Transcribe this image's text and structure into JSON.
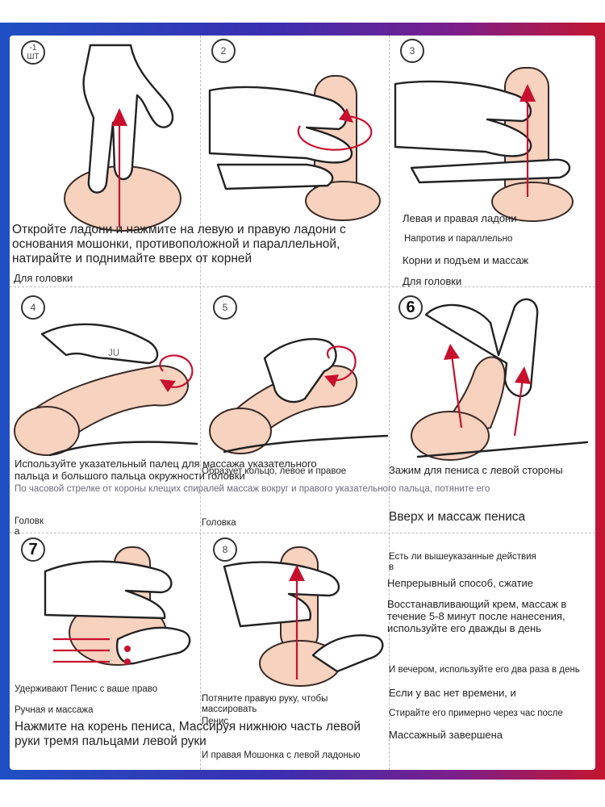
{
  "colors": {
    "accent_red": "#c8102e",
    "skin": "#f6d2bf",
    "frame_left": "#1f4fc4",
    "frame_right": "#c4162f"
  },
  "steps": [
    {
      "num": "-1\nШТ"
    },
    {
      "num": "2"
    },
    {
      "num": "3"
    },
    {
      "num": "4"
    },
    {
      "num": "5"
    },
    {
      "num": "6"
    },
    {
      "num": "7"
    },
    {
      "num": "8"
    }
  ],
  "step1": {
    "text": "Откройте ладони и нажмите на левую и правую ладони с основания мошонки, противоположной и параллельной, натирайте и поднимайте вверх от корней",
    "sub": "Для головки"
  },
  "step3": {
    "line1": "Левая и правая ладони",
    "line2": "Напротив и параллельно",
    "line3": "Корни и подъем и массаж",
    "line4": "Для головки"
  },
  "step4": {
    "mark": "JU",
    "text": "Используйте указательный палец для массажа указательного пальца и большого пальца окружности головки",
    "label": "Головк\nа"
  },
  "step5": {
    "text": "Образует кольцо, левое и правое",
    "label": "Головка"
  },
  "row2": {
    "wide": "По часовой стрелке от короны клещих спиралей массаж вокруг и правого указательного пальца, потяните его"
  },
  "step6": {
    "line1": "Зажим для пениса с левой стороны",
    "line2": "Вверх и массаж пениса"
  },
  "step7": {
    "line1": "Удерживают Пенис с ваше право",
    "line2": "Ручная и массажа",
    "line3": "Нажмите на корень пениса, Массируя нижнюю часть левой руки тремя пальцами левой руки"
  },
  "step8": {
    "line1": "Потяните правую руку, чтобы массировать",
    "line2": "Пенис",
    "line3": "И правая Мошонка с левой ладонью"
  },
  "col3_bottom": {
    "line1": "Есть ли вышеуказанные действия\nв",
    "line2": "Непрерывный способ, сжатие",
    "line3": "Восстанавливающий крем, массаж в течение 5-8 минут после нанесения, используйте его дважды в день",
    "line4": "И вечером, используйте его два раза в день",
    "line5": "Если у вас нет времени, и",
    "line6": "Стирайте его примерно через час после",
    "line7": "Массажный завершена"
  }
}
